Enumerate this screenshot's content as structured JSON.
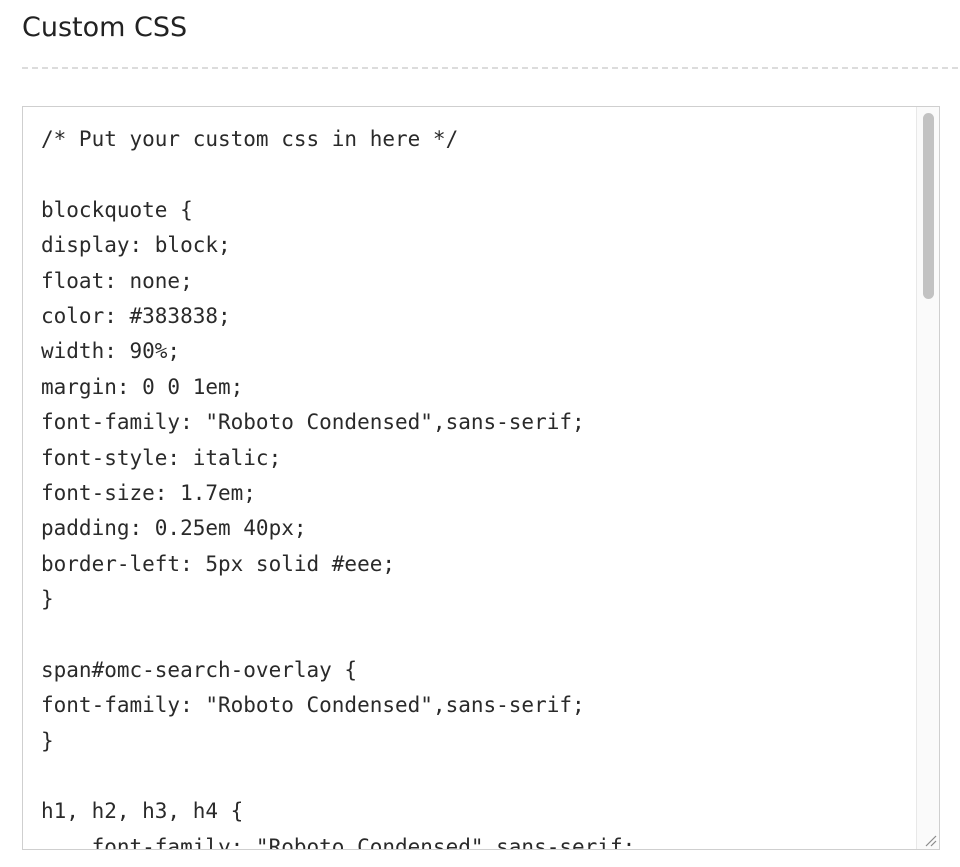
{
  "section": {
    "title": "Custom CSS"
  },
  "editor": {
    "lines": [
      "/* Put your custom css in here */",
      "",
      "blockquote {",
      "display: block;",
      "float: none;",
      "color: #383838;",
      "width: 90%;",
      "margin: 0 0 1em;",
      "font-family: \"Roboto Condensed\",sans-serif;",
      "font-style: italic;",
      "font-size: 1.7em;",
      "padding: 0.25em 40px;",
      "border-left: 5px solid #eee;",
      "}",
      "",
      "span#omc-search-overlay {",
      "font-family: \"Roboto Condensed\",sans-serif;",
      "}",
      "",
      "h1, h2, h3, h4 {",
      "    font-family: \"Roboto Condensed\",sans-serif;"
    ]
  },
  "colors": {
    "text": "#2a2a2a",
    "border": "#cfcfcf",
    "divider": "#dcdcdc",
    "scroll_thumb": "#c2c2c2"
  },
  "icons": {
    "resize_handle": "resize-grip-icon"
  }
}
